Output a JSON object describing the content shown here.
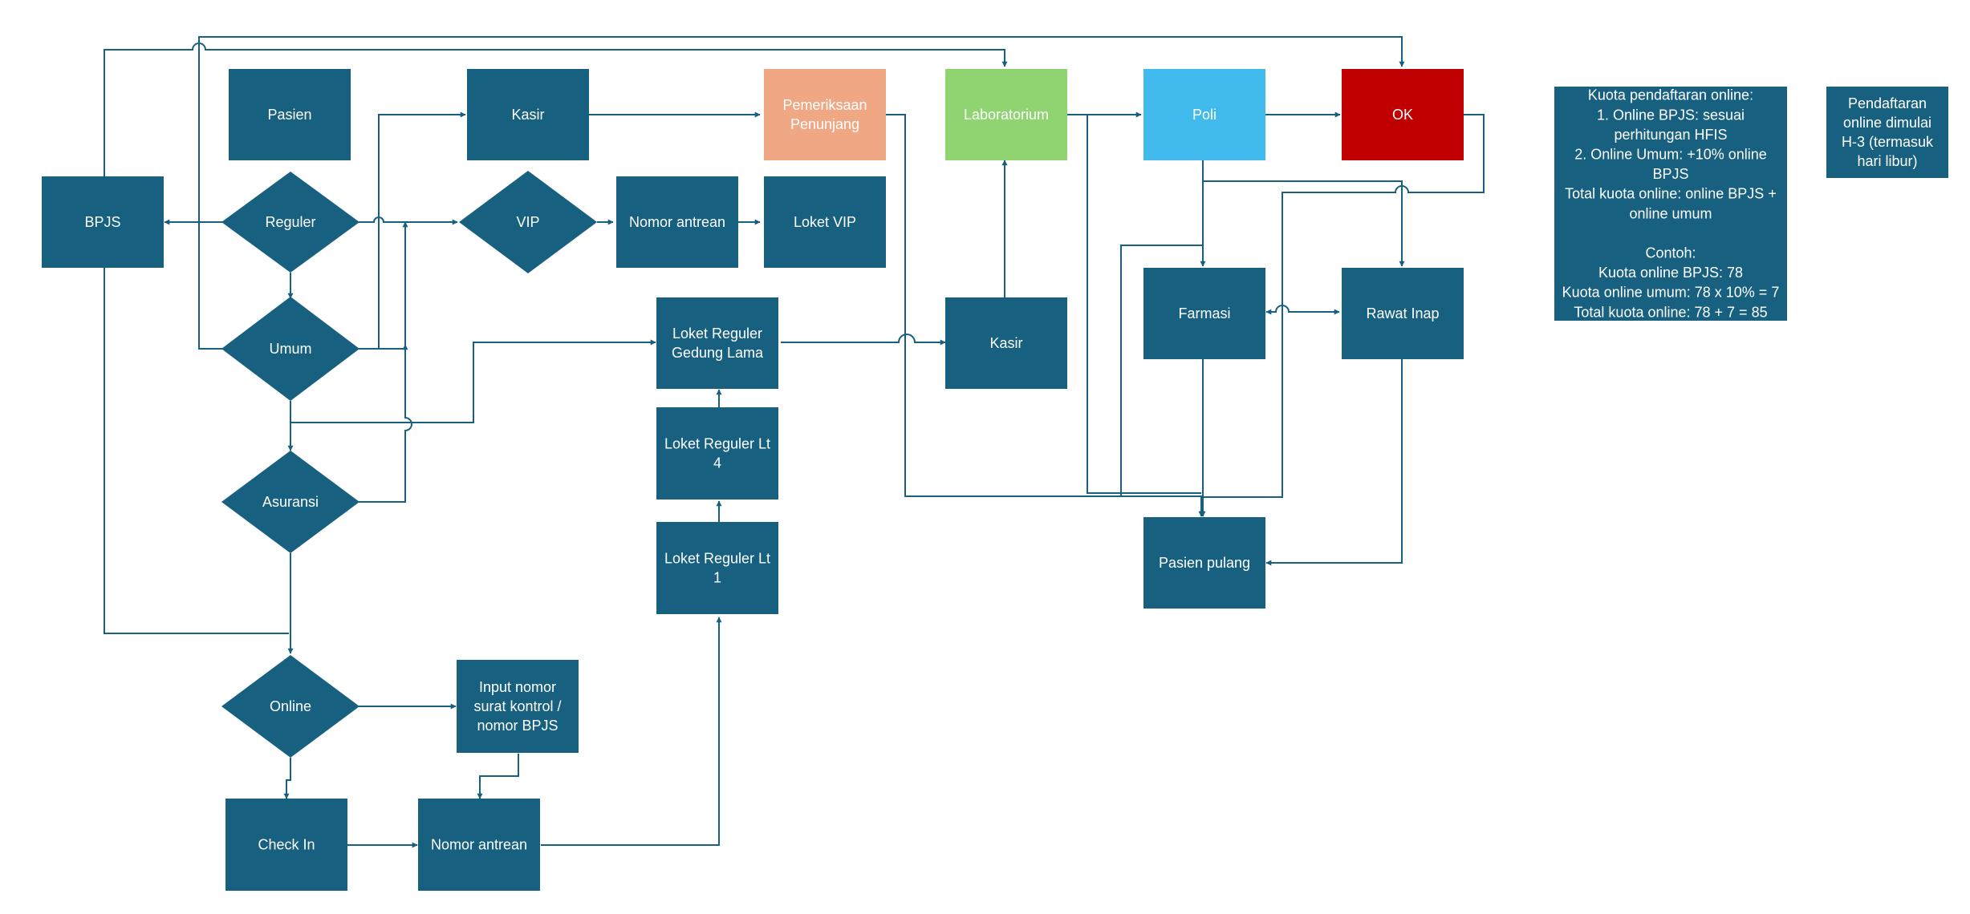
{
  "colors": {
    "primary": "#17607f",
    "connector": "#17607f",
    "lab": "#8fd470",
    "poli": "#41bbee",
    "ok": "#c00000",
    "penunjang": "#f0a884",
    "text": "#ffffff"
  },
  "nodes": {
    "pasien": [
      "Pasien"
    ],
    "bpjs": [
      "BPJS"
    ],
    "reguler": [
      "Reguler"
    ],
    "umum": [
      "Umum"
    ],
    "asuransi": [
      "Asuransi"
    ],
    "online": [
      "Online"
    ],
    "check_in": [
      "Check In"
    ],
    "nomor_antrean_online": [
      "Nomor antrean"
    ],
    "input_nomor": [
      "Input nomor",
      "surat kontrol /",
      "nomor BPJS"
    ],
    "kasir_top": [
      "Kasir"
    ],
    "vip": [
      "VIP"
    ],
    "nomor_antrean_vip": [
      "Nomor antrean"
    ],
    "loket_vip": [
      "Loket VIP"
    ],
    "loket_reguler_gedung_lama": [
      "Loket Reguler",
      "Gedung Lama"
    ],
    "loket_reguler_lt4": [
      "Loket Reguler Lt",
      "4"
    ],
    "loket_reguler_lt1": [
      "Loket Reguler Lt",
      "1"
    ],
    "pemeriksaan_penunjang": [
      "Pemeriksaan",
      "Penunjang"
    ],
    "laboratorium": [
      "Laboratorium"
    ],
    "kasir_mid": [
      "Kasir"
    ],
    "poli": [
      "Poli"
    ],
    "ok": [
      "OK"
    ],
    "farmasi": [
      "Farmasi"
    ],
    "rawat_inap": [
      "Rawat Inap"
    ],
    "pasien_pulang": [
      "Pasien pulang"
    ],
    "kuota_note": [
      "Kuota pendaftaran online:",
      "1. Online BPJS: sesuai",
      "perhitungan HFIS",
      "2. Online Umum: +10% online",
      "BPJS",
      "Total kuota online: online BPJS +",
      "online umum",
      "",
      "Contoh:",
      "Kuota online BPJS: 78",
      "Kuota online umum: 78 x 10% = 7",
      "Total kuota online: 78 + 7 = 85"
    ],
    "pendaftaran_note": [
      "Pendaftaran",
      "online dimulai",
      "H-3 (termasuk",
      "hari libur)"
    ]
  }
}
